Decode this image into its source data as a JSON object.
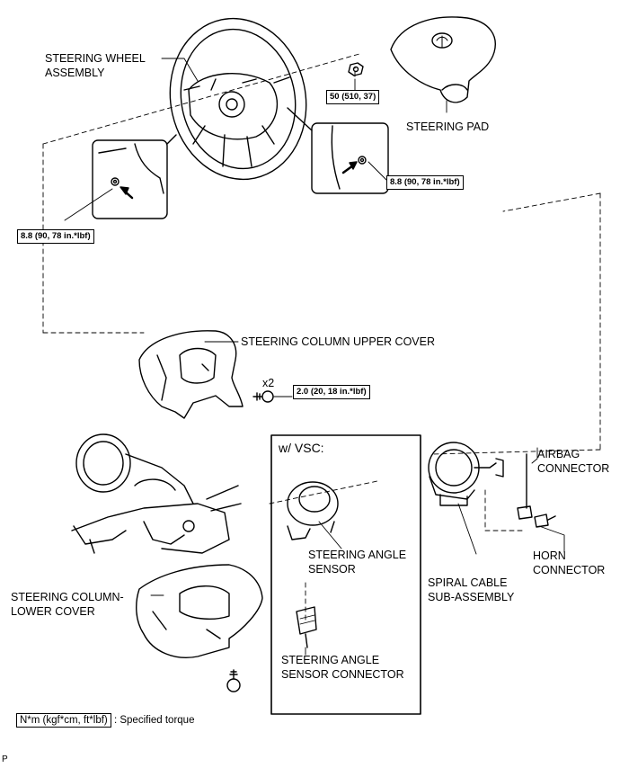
{
  "labels": {
    "steering_wheel": "STEERING WHEEL\nASSEMBLY",
    "steering_pad": "STEERING PAD",
    "upper_cover": "STEERING COLUMN UPPER COVER",
    "lower_cover": "STEERING COLUMN-\nLOWER COVER",
    "angle_sensor": "STEERING ANGLE\nSENSOR",
    "angle_sensor_connector": "STEERING ANGLE\nSENSOR CONNECTOR",
    "spiral_cable": "SPIRAL CABLE\nSUB-ASSEMBLY",
    "airbag_connector": "AIRBAG\nCONNECTOR",
    "horn_connector": "HORN\nCONNECTOR",
    "quantity": "x2"
  },
  "torques": {
    "nut": "50 (510, 37)",
    "right_screw": "8.8 (90, 78 in.*lbf)",
    "left_screw": "8.8 (90, 78 in.*lbf)",
    "cover_screw": "2.0 (20, 18 in.*lbf)"
  },
  "vsc": {
    "title": "w/ VSC:"
  },
  "legend": {
    "unit_box": "N*m (kgf*cm, ft*lbf)",
    "text": ": Specified torque"
  },
  "figure_code": "P"
}
